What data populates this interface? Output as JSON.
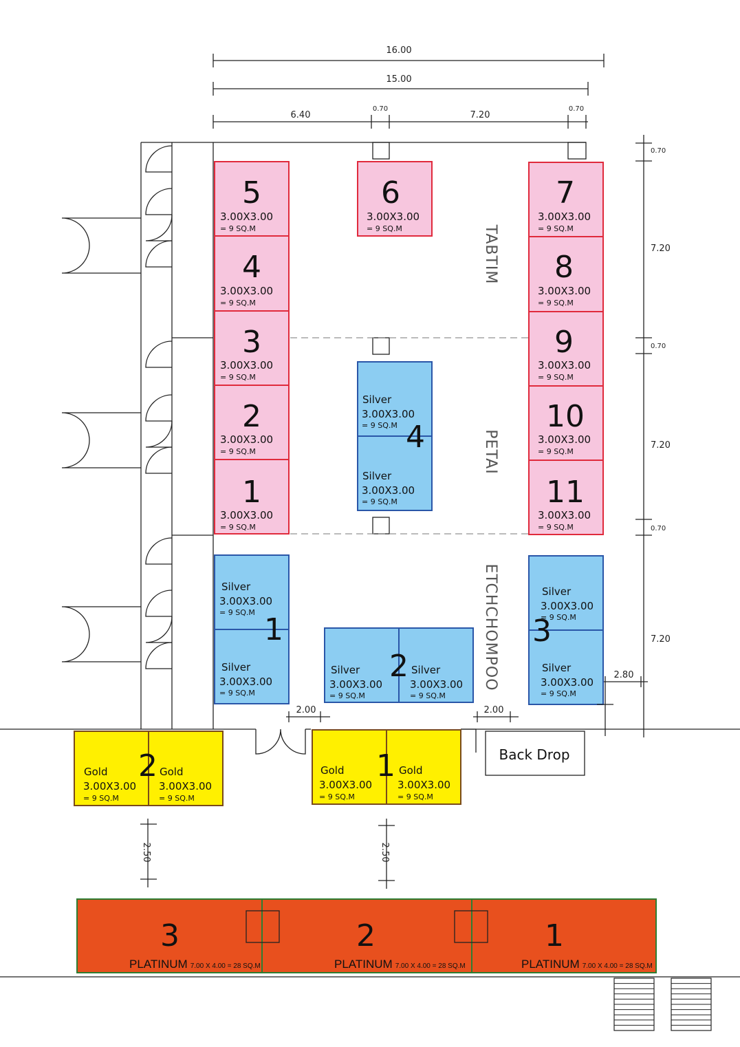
{
  "dimensions": {
    "top_total": "16.00",
    "top_inner": "15.00",
    "seg_left": "6.40",
    "seg_col1": "0.70",
    "seg_mid": "7.20",
    "seg_col2": "0.70",
    "right_col1": "0.70",
    "right_bay1": "7.20",
    "right_col2": "0.70",
    "right_bay2": "7.20",
    "right_col3": "0.70",
    "right_bay3": "7.20",
    "right_offset": "2.80",
    "door_left": "2.00",
    "door_right": "2.00",
    "gap_left": "2.50",
    "gap_mid": "2.50"
  },
  "zones": {
    "zone1": "TABTIM",
    "zone2": "PETAI",
    "zone3": "ETCHCHOMPOO"
  },
  "booth_size": "3.00X3.00",
  "booth_area": "= 9 SQ.M",
  "pink_booths": [
    "1",
    "2",
    "3",
    "4",
    "5",
    "6",
    "7",
    "8",
    "9",
    "10",
    "11"
  ],
  "silver": {
    "label": "Silver",
    "groups": [
      "1",
      "2",
      "3",
      "4"
    ]
  },
  "gold": {
    "label": "Gold",
    "groups": [
      "1",
      "2"
    ]
  },
  "platinum": {
    "label": "PLATINUM",
    "dims": "7.00 X 4.00 = 28 SQ.M",
    "groups": [
      "1",
      "2",
      "3"
    ]
  },
  "backdrop": "Back Drop",
  "colors": {
    "pink_fill": "#f7c6de",
    "pink_stroke": "#e02a3c",
    "silver_fill": "#8ccdf2",
    "silver_stroke": "#2a56a8",
    "gold_fill": "#fff000",
    "gold_stroke": "#7a4a1a",
    "platinum_fill": "#e8501e",
    "platinum_stroke": "#2e7d32"
  }
}
